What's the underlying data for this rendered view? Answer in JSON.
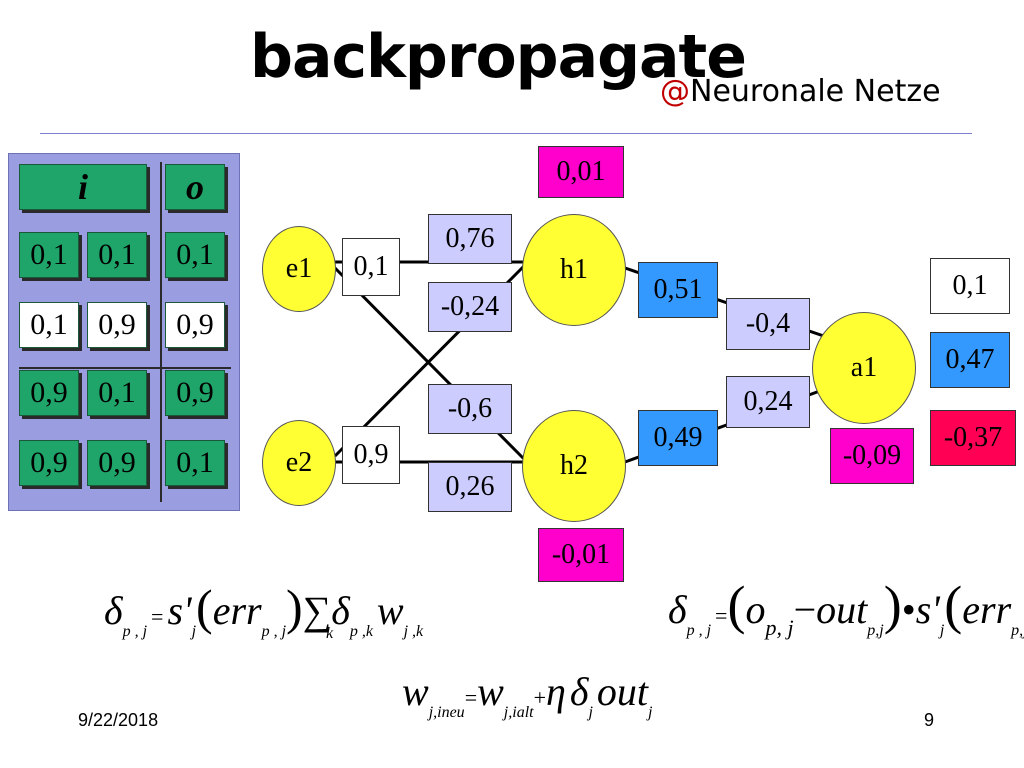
{
  "slide": {
    "title": "backpropagate",
    "subtitle_at": "@",
    "subtitle_rest": "Neuronale Netze",
    "date": "9/22/2018",
    "page": "9"
  },
  "table": {
    "header_i": "i",
    "header_o": "o",
    "rows": [
      {
        "i1": "0,1",
        "i2": "0,1",
        "o": "0,1",
        "highlight": false
      },
      {
        "i1": "0,1",
        "i2": "0,9",
        "o": "0,9",
        "highlight": true
      },
      {
        "i1": "0,9",
        "i2": "0,1",
        "o": "0,9",
        "highlight": false
      },
      {
        "i1": "0,9",
        "i2": "0,9",
        "o": "0,1",
        "highlight": false
      }
    ]
  },
  "network": {
    "nodes": {
      "e1": "e1",
      "e2": "e2",
      "h1": "h1",
      "h2": "h2",
      "a1": "a1"
    },
    "inputs": {
      "e1": "0,1",
      "e2": "0,9"
    },
    "weights_in": {
      "e1_h1": "0,76",
      "e1_h2": "-0,24",
      "e2_h1": "-0,6",
      "e2_h2": "0,26"
    },
    "hidden_delta": {
      "h1": "0,01",
      "h2": "-0,01"
    },
    "hidden_out": {
      "h1": "0,51",
      "h2": "0,49"
    },
    "weights_out": {
      "h1_a1": "-0,4",
      "h2_a1": "0,24"
    },
    "output": {
      "target": "0,1",
      "out": "0,47",
      "err": "-0,37",
      "delta": "-0,09"
    },
    "colors": {
      "node": "#ffff33",
      "weight": "#ccccff",
      "activation": "#3399ff",
      "delta": "#ff00cc",
      "error": "#ff0055",
      "table_cell": "#1fa56a"
    }
  },
  "formulas": {
    "hidden_delta": {
      "delta": "δ",
      "sub_pj": "p , j",
      "eq": "=",
      "s_prime": "s'",
      "sub_j": "j",
      "lparen": "(",
      "err": "err",
      "rparen": ")",
      "sum": "∑",
      "sum_k": "k",
      "sub_pk": "p ,k",
      "w": "w",
      "sub_jk": "j ,k"
    },
    "output_delta": {
      "delta": "δ",
      "sub_pj": "p , j",
      "eq": "=",
      "lparen": "(",
      "o": "o",
      "sub_o": "p, j",
      "minus": "−",
      "out": "out",
      "sub_out": "p,j",
      "rparen": ")",
      "dot": "•",
      "s_prime": "s'",
      "sub_j": "j",
      "lparen2": "(",
      "err": "err",
      "sub_err": "p,j",
      "rparen2": ")"
    },
    "weight_update": {
      "w": "w",
      "sub_new": "j,ineu",
      "eq": "=",
      "w2": "w",
      "sub_old": "j,ialt",
      "plus": "+",
      "eta": "η",
      "delta": "δ",
      "sub_j": "j",
      "out": "out",
      "sub_j2": "j"
    }
  }
}
